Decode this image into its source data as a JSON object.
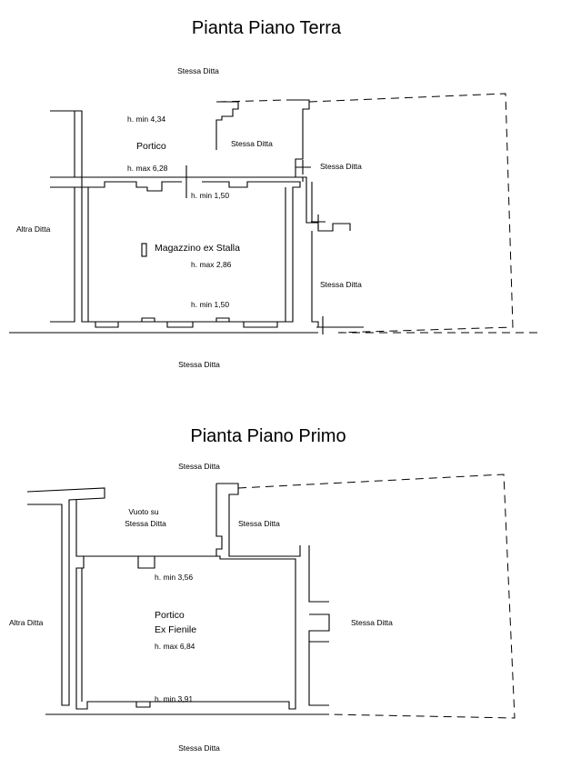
{
  "ground_floor": {
    "title": "Pianta Piano Terra",
    "labels": {
      "neighbor_top": "Stessa Ditta",
      "h_min_portico": "h. min 4,34",
      "portico": "Portico",
      "neighbor_right_top": "Stessa Ditta",
      "h_max_portico": "h. max 6,28",
      "neighbor_right_mid": "Stessa Ditta",
      "h_min_beam": "h. min 1,50",
      "neighbor_left": "Altra Ditta",
      "warehouse": "Magazzino ex Stalla",
      "h_max_warehouse": "h. max 2,86",
      "neighbor_right_low": "Stessa Ditta",
      "h_min_warehouse": "h. min 1,50",
      "neighbor_bottom": "Stessa Ditta"
    }
  },
  "first_floor": {
    "title": "Pianta Piano Primo",
    "labels": {
      "neighbor_top": "Stessa Ditta",
      "void_line1": "Vuoto su",
      "void_line2": "Stessa Ditta",
      "neighbor_right_top": "Stessa Ditta",
      "h_min_top": "h. min 3,56",
      "neighbor_left": "Altra Ditta",
      "portico": "Portico",
      "ex_barn": "Ex Fienile",
      "neighbor_right": "Stessa Ditta",
      "h_max": "h. max 6,84",
      "h_min_bottom": "h. min 3,91",
      "neighbor_bottom": "Stessa Ditta"
    }
  }
}
